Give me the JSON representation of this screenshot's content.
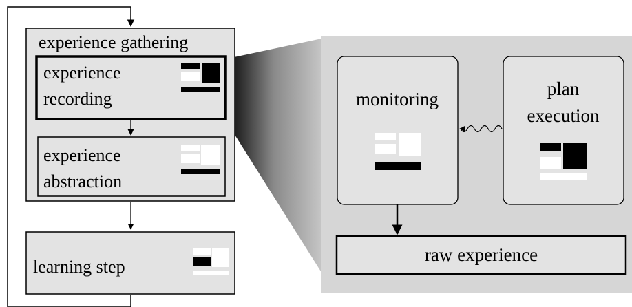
{
  "left_column": {
    "gathering": {
      "title": "experience gathering"
    },
    "recording": {
      "line1": "experience",
      "line2": "recording"
    },
    "abstraction": {
      "line1": "experience",
      "line2": "abstraction"
    },
    "learning": {
      "title": "learning step"
    }
  },
  "detail": {
    "monitoring": {
      "label": "monitoring"
    },
    "plan_execution": {
      "line1": "plan",
      "line2": "execution"
    },
    "raw_experience": {
      "label": "raw experience"
    }
  },
  "colors": {
    "box_fill": "#e3e3e3",
    "detail_panel": "#d6d6d6",
    "stroke": "#000000",
    "icon_light": "#ffffff",
    "icon_dark": "#000000"
  },
  "icon_names": {
    "recording": "layout-icon-black-white",
    "abstraction": "layout-icon-white-black-bar",
    "learning": "layout-icon-black-small",
    "monitoring": "layout-icon-white-black-bar",
    "plan_execution": "layout-icon-black-white"
  }
}
